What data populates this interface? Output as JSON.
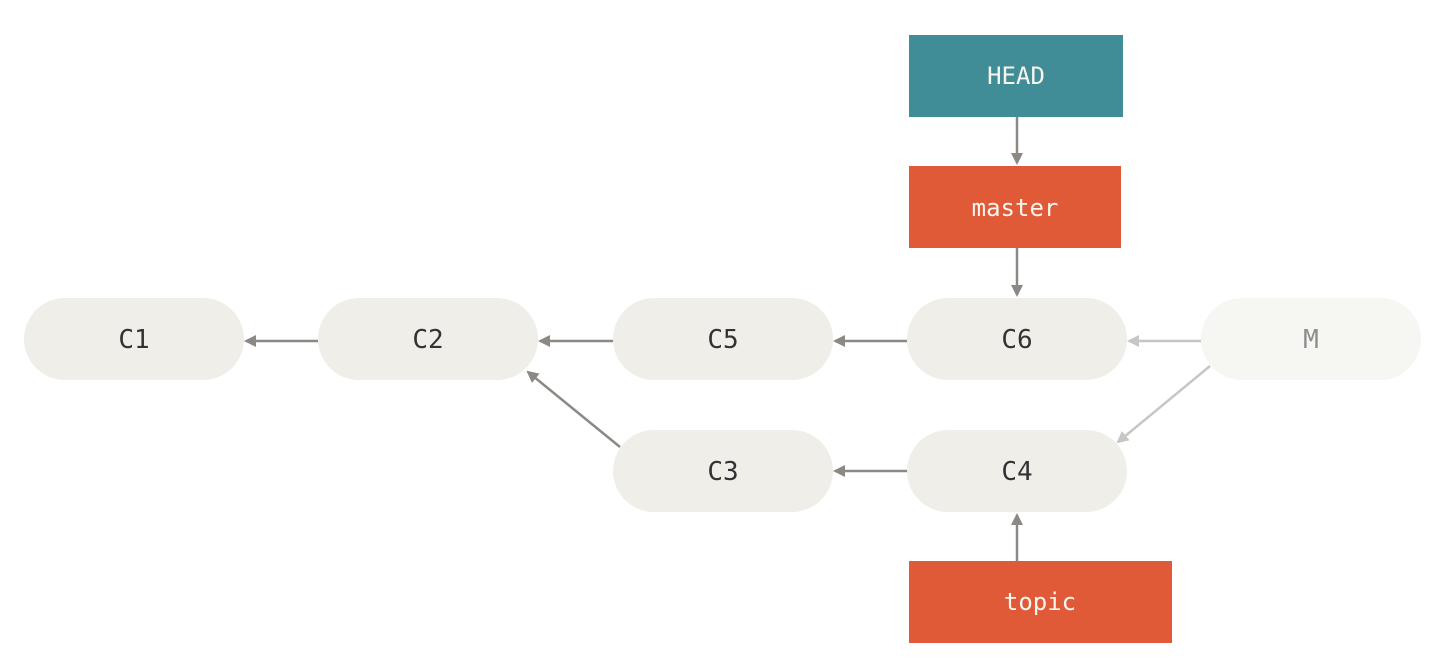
{
  "colors": {
    "commit_fill": "#efeee8",
    "commit_fill_faded": "#f6f6f2",
    "arrow": "#8c8984",
    "arrow_faded": "#c6c6c3",
    "head_ref": "#418d97",
    "branch_ref": "#e05a38",
    "ref_text": "#f7f5ee"
  },
  "commits": [
    {
      "id": "c1",
      "label": "C1"
    },
    {
      "id": "c2",
      "label": "C2"
    },
    {
      "id": "c5",
      "label": "C5"
    },
    {
      "id": "c6",
      "label": "C6"
    },
    {
      "id": "m",
      "label": "M",
      "faded": true
    },
    {
      "id": "c3",
      "label": "C3"
    },
    {
      "id": "c4",
      "label": "C4"
    }
  ],
  "refs": [
    {
      "id": "head",
      "label": "HEAD",
      "kind": "head"
    },
    {
      "id": "master",
      "label": "master",
      "kind": "branch"
    },
    {
      "id": "topic",
      "label": "topic",
      "kind": "branch"
    }
  ],
  "edges": [
    {
      "from": "c2",
      "to": "c1"
    },
    {
      "from": "c5",
      "to": "c2"
    },
    {
      "from": "c6",
      "to": "c5"
    },
    {
      "from": "c3",
      "to": "c2"
    },
    {
      "from": "c4",
      "to": "c3"
    },
    {
      "from": "m",
      "to": "c6",
      "faded": true
    },
    {
      "from": "m",
      "to": "c4",
      "faded": true
    },
    {
      "from": "head",
      "to": "master"
    },
    {
      "from": "master",
      "to": "c6"
    },
    {
      "from": "topic",
      "to": "c4"
    }
  ]
}
